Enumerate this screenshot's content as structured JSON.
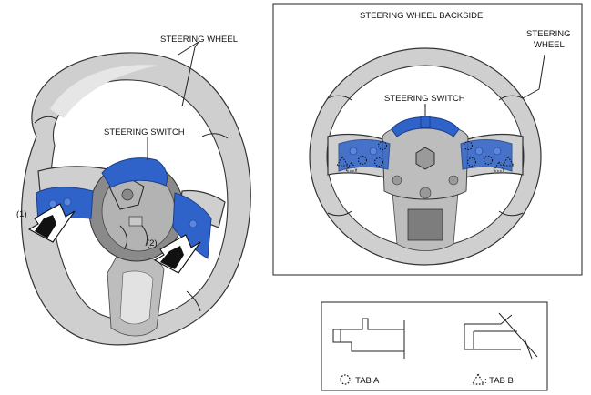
{
  "labels": {
    "left_wheel": "STEERING WHEEL",
    "left_switch": "STEERING SWITCH",
    "arrow_1": "(1)",
    "arrow_2": "(2)",
    "backside_title": "STEERING WHEEL BACKSIDE",
    "right_switch": "STEERING SWITCH",
    "right_wheel_line1": "STEERING",
    "right_wheel_line2": "WHEEL",
    "tab_a": ": TAB A",
    "tab_b": ": TAB B"
  },
  "colors": {
    "switch_blue": "#2f63c9",
    "wheel_grey": "#cfcfcf",
    "line": "#222222"
  }
}
